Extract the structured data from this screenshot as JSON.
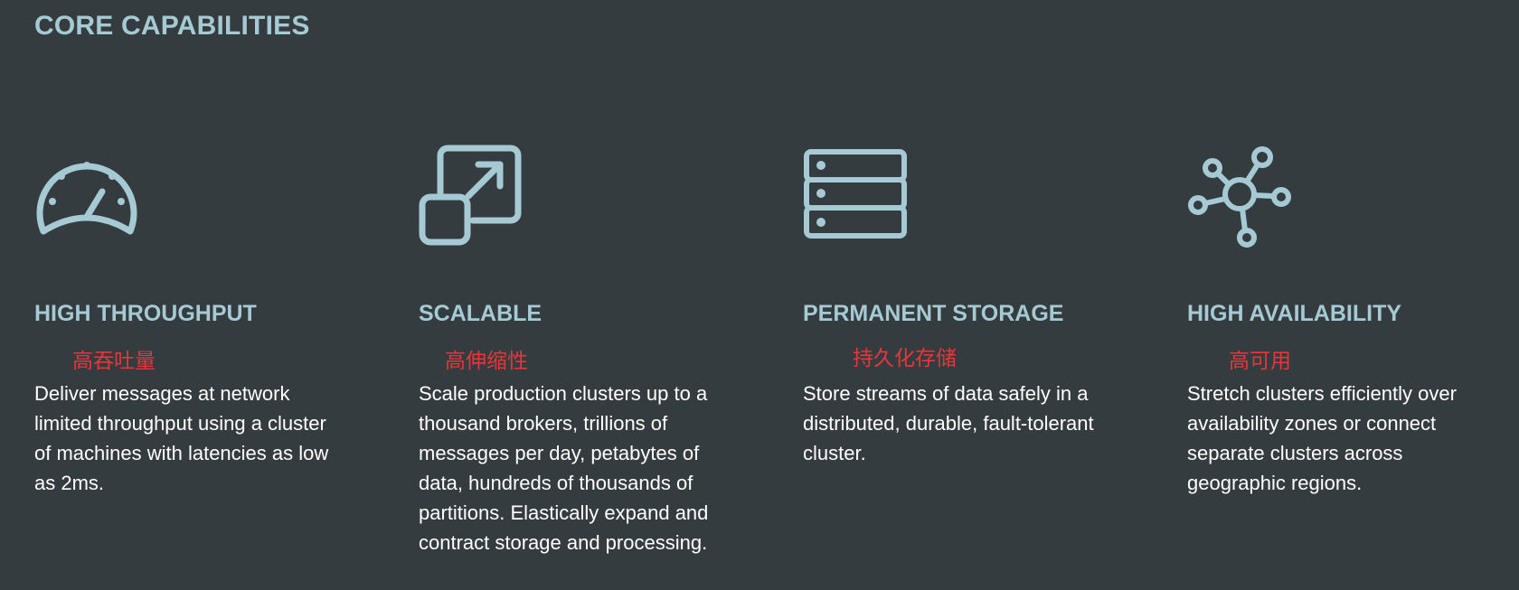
{
  "section": {
    "title": "CORE CAPABILITIES"
  },
  "cards": [
    {
      "icon": "speedometer-icon",
      "title": "HIGH THROUGHPUT",
      "note": "高吞吐量",
      "description": "Deliver messages at network limited throughput using a cluster of machines with latencies as low as 2ms."
    },
    {
      "icon": "expand-icon",
      "title": "SCALABLE",
      "note": "高伸缩性",
      "description": "Scale production clusters up to a thousand brokers, trillions of messages per day, petabytes of data, hundreds of thousands of partitions. Elastically expand and contract storage and processing."
    },
    {
      "icon": "server-stack-icon",
      "title": "PERMANENT STORAGE",
      "note": "持久化存储",
      "description": "Store streams of data safely in a distributed, durable, fault-tolerant cluster."
    },
    {
      "icon": "network-nodes-icon",
      "title": "HIGH AVAILABILITY",
      "note": "高可用",
      "description": "Stretch clusters efficiently over availability zones or connect separate clusters across geographic regions."
    }
  ],
  "colors": {
    "background": "#353c3f",
    "accent": "#a6cad4",
    "note": "#e8353b",
    "text": "#ffffff"
  }
}
